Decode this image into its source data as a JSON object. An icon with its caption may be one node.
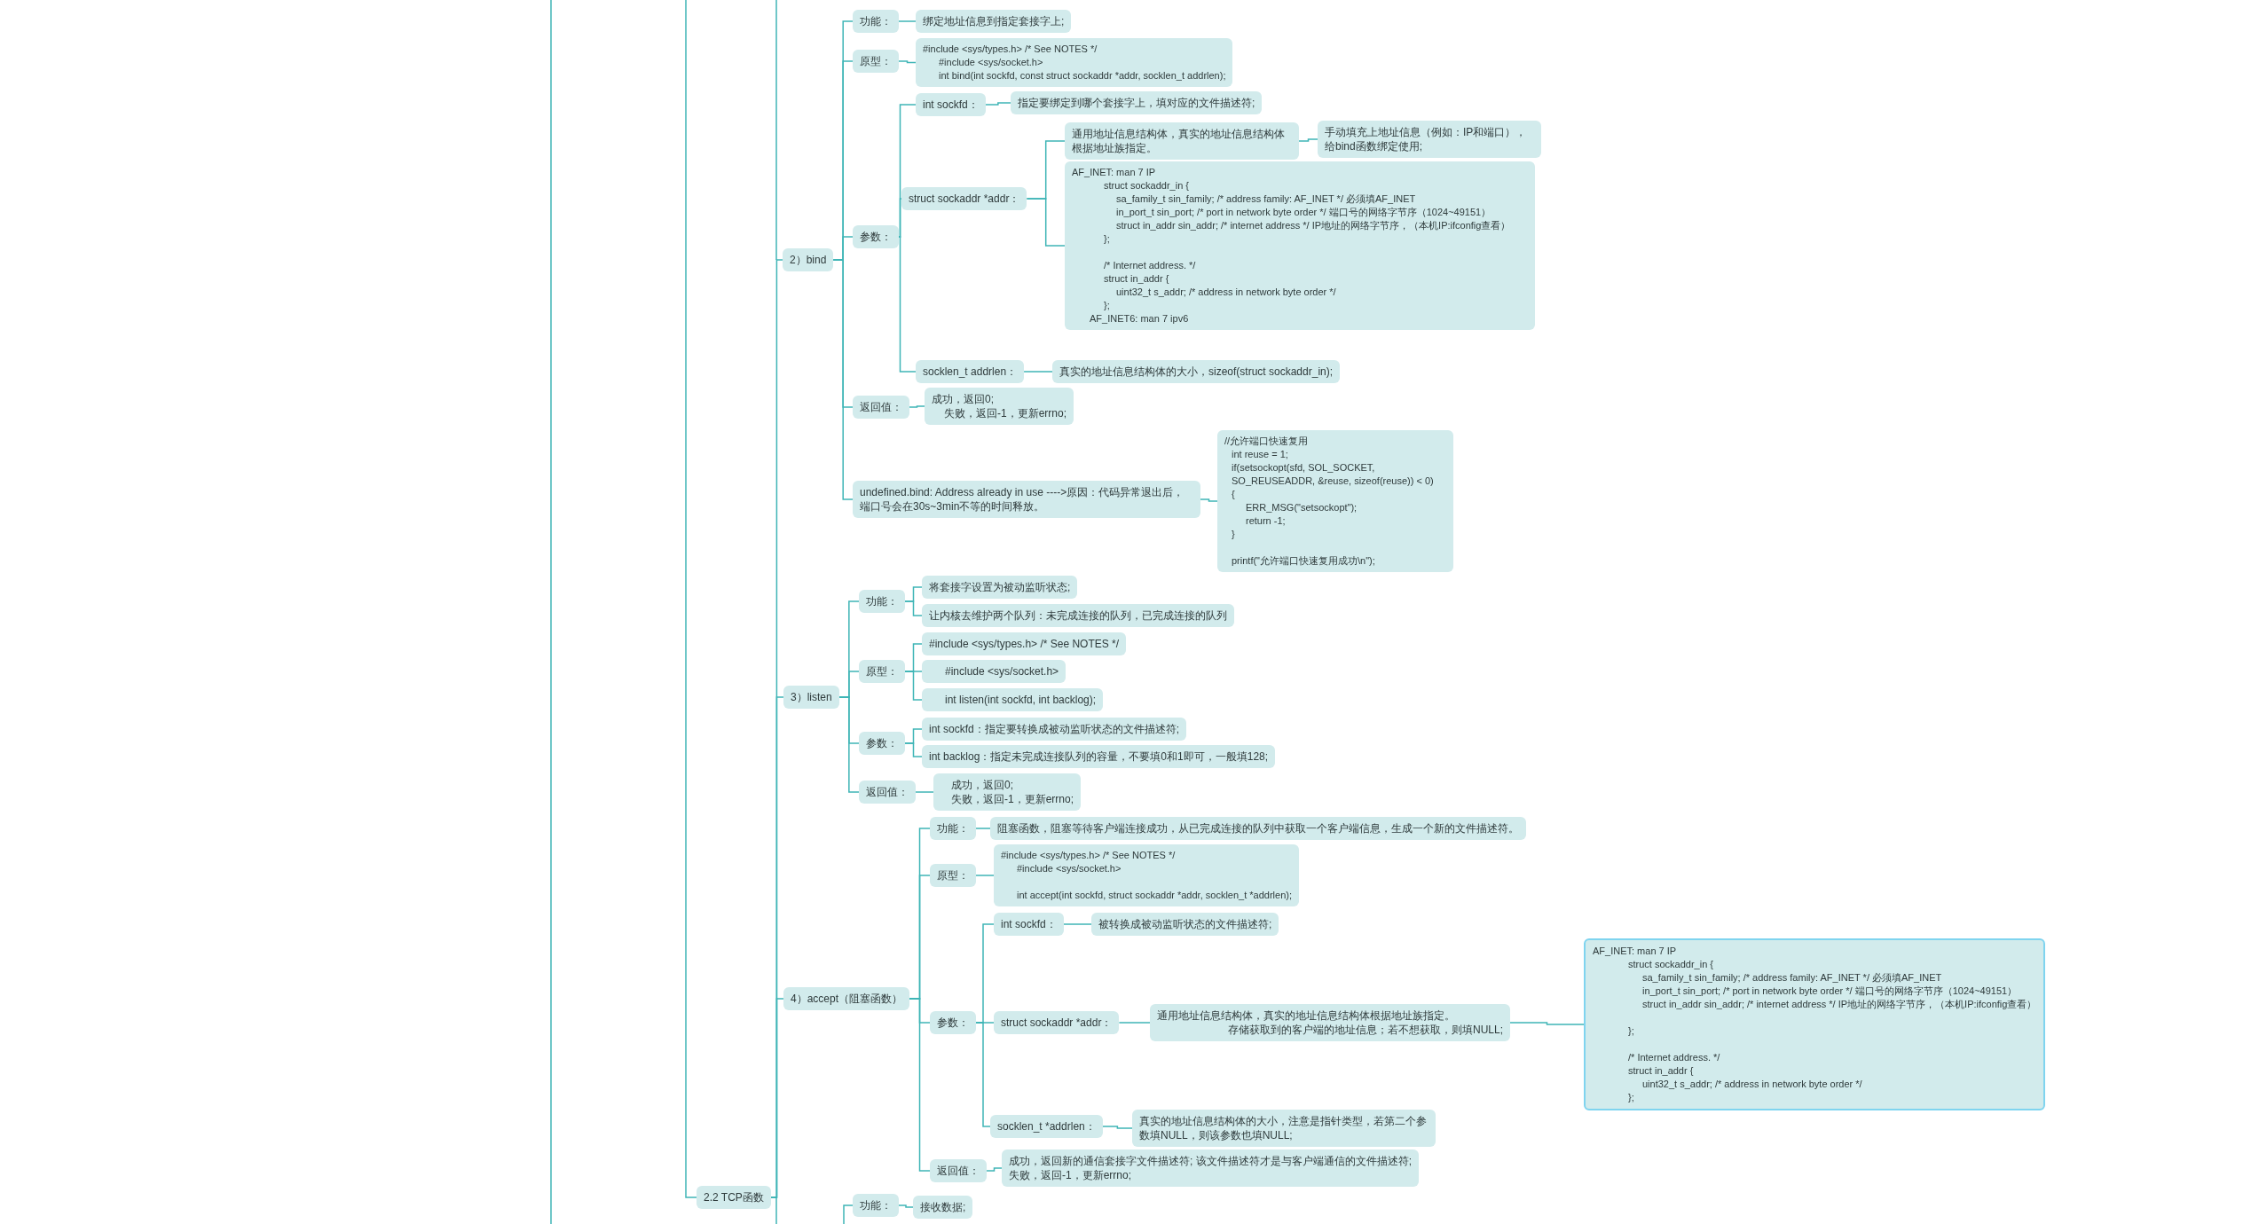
{
  "diagram": {
    "nodes": [
      {
        "text": [
          "2.2 TCP函数"
        ]
      },
      {
        "text": [
          "2）bind"
        ]
      },
      {
        "text": [
          "功能："
        ]
      },
      {
        "text": [
          "绑定地址信息到指定套接字上;"
        ]
      },
      {
        "text": [
          "原型："
        ]
      },
      {
        "text": [
          "#include <sys/types.h> /* See NOTES */",
          "#include <sys/socket.h>",
          "int bind(int sockfd, const struct sockaddr *addr, socklen_t addrlen);"
        ]
      },
      {
        "text": [
          "参数："
        ]
      },
      {
        "text": [
          "int sockfd："
        ]
      },
      {
        "text": [
          "指定要绑定到哪个套接字上，填对应的文件描述符;"
        ]
      },
      {
        "text": [
          "struct sockaddr *addr："
        ]
      },
      {
        "text": [
          "通用地址信息结构体，真实的地址信息结构体根据地址族指定。"
        ]
      },
      {
        "text": [
          "手动填充上地址信息（例如：IP和端口），给bind函数绑定使用;"
        ]
      },
      {
        "text": [
          "AF_INET: man 7 IP",
          "struct sockaddr_in {",
          "sa_family_t sin_family; /* address family: AF_INET */ 必须填AF_INET",
          "in_port_t sin_port; /* port in network byte order */ 端口号的网络字节序（1024~49151）",
          "struct in_addr sin_addr; /* internet address */ IP地址的网络字节序，（本机IP:ifconfig查看）",
          "};",
          "/* Internet address. */",
          "struct in_addr {",
          "uint32_t s_addr; /* address in network byte order */",
          "};",
          "AF_INET6: man 7 ipv6"
        ]
      },
      {
        "text": [
          "socklen_t addrlen："
        ]
      },
      {
        "text": [
          "真实的地址信息结构体的大小，sizeof(struct sockaddr_in);"
        ]
      },
      {
        "text": [
          "返回值："
        ]
      },
      {
        "text": [
          "成功，返回0;",
          "失败，返回-1，更新errno;"
        ]
      },
      {
        "text": [
          "undefined.bind: Address already in use ---->原因：代码异常退出后，端口号会在30s~3min不等的时间释放。"
        ]
      },
      {
        "text": [
          "//允许端口快速复用",
          "int reuse = 1;",
          "if(setsockopt(sfd, SOL_SOCKET, SO_REUSEADDR, &reuse, sizeof(reuse)) < 0)",
          "{",
          "ERR_MSG(\"setsockopt\");",
          "return -1;",
          "}",
          "printf(\"允许端口快速复用成功\\n\");"
        ]
      },
      {
        "text": [
          "3）listen"
        ]
      },
      {
        "text": [
          "功能："
        ]
      },
      {
        "text": [
          "将套接字设置为被动监听状态;"
        ]
      },
      {
        "text": [
          "让内核去维护两个队列：未完成连接的队列，已完成连接的队列"
        ]
      },
      {
        "text": [
          "原型："
        ]
      },
      {
        "text": [
          "#include <sys/types.h> /* See NOTES */"
        ]
      },
      {
        "text": [
          "#include <sys/socket.h>"
        ]
      },
      {
        "text": [
          "int listen(int sockfd, int backlog);"
        ]
      },
      {
        "text": [
          "参数："
        ]
      },
      {
        "text": [
          "int sockfd：指定要转换成被动监听状态的文件描述符;"
        ]
      },
      {
        "text": [
          "int backlog：指定未完成连接队列的容量，不要填0和1即可，一般填128;"
        ]
      },
      {
        "text": [
          "返回值："
        ]
      },
      {
        "text": [
          "成功，返回0;",
          "失败，返回-1，更新errno;"
        ]
      },
      {
        "text": [
          "4）accept（阻塞函数）"
        ]
      },
      {
        "text": [
          "功能："
        ]
      },
      {
        "text": [
          "阻塞函数，阻塞等待客户端连接成功，从已完成连接的队列中获取一个客户端信息，生成一个新的文件描述符。"
        ]
      },
      {
        "text": [
          "原型："
        ]
      },
      {
        "text": [
          "#include <sys/types.h> /* See NOTES */",
          "#include <sys/socket.h>",
          "int accept(int sockfd, struct sockaddr *addr, socklen_t *addrlen);"
        ]
      },
      {
        "text": [
          "参数："
        ]
      },
      {
        "text": [
          "int sockfd："
        ]
      },
      {
        "text": [
          "被转换成被动监听状态的文件描述符;"
        ]
      },
      {
        "text": [
          "struct sockaddr *addr："
        ]
      },
      {
        "text": [
          "通用地址信息结构体，真实的地址信息结构体根据地址族指定。",
          "存储获取到的客户端的地址信息；若不想获取，则填NULL;"
        ]
      },
      {
        "text": [
          "AF_INET: man 7 IP",
          "struct sockaddr_in {",
          "sa_family_t sin_family; /* address family: AF_INET */ 必须填AF_INET",
          "in_port_t sin_port; /* port in network byte order */ 端口号的网络字节序（1024~49151）",
          "struct in_addr sin_addr; /* internet address */ IP地址的网络字节序，（本机IP:ifconfig查看）",
          "};",
          "/* Internet address. */",
          "struct in_addr {",
          "uint32_t s_addr; /* address in network byte order */",
          "};"
        ]
      },
      {
        "text": [
          "socklen_t *addrlen："
        ]
      },
      {
        "text": [
          "真实的地址信息结构体的大小，注意是指针类型，若第二个参数填NULL，则该参数也填NULL;"
        ]
      },
      {
        "text": [
          "返回值："
        ]
      },
      {
        "text": [
          "成功，返回新的通信套接字文件描述符; 该文件描述符才是与客户端通信的文件描述符;",
          "失败，返回-1，更新errno;"
        ]
      },
      {
        "text": [
          "功能："
        ]
      },
      {
        "text": [
          "接收数据;"
        ]
      }
    ],
    "edges": [
      {
        "from": null,
        "to": 0,
        "arrow": "none"
      },
      {
        "from": 0,
        "to": 1,
        "arrow": "none"
      },
      {
        "from": 0,
        "to": 19,
        "arrow": "none"
      },
      {
        "from": 0,
        "to": 32,
        "arrow": "none"
      },
      {
        "from": 1,
        "to": 2,
        "arrow": "none"
      },
      {
        "from": 1,
        "to": 4,
        "arrow": "none"
      },
      {
        "from": 1,
        "to": 6,
        "arrow": "none"
      },
      {
        "from": 1,
        "to": 15,
        "arrow": "none"
      },
      {
        "from": 1,
        "to": 17,
        "arrow": "none"
      },
      {
        "from": 2,
        "to": 3,
        "arrow": "none"
      },
      {
        "from": 4,
        "to": 5,
        "arrow": "none"
      },
      {
        "from": 6,
        "to": 7,
        "arrow": "none"
      },
      {
        "from": 6,
        "to": 9,
        "arrow": "none"
      },
      {
        "from": 6,
        "to": 13,
        "arrow": "none"
      },
      {
        "from": 7,
        "to": 8,
        "arrow": "none"
      },
      {
        "from": 9,
        "to": 10,
        "arrow": "none"
      },
      {
        "from": 9,
        "to": 12,
        "arrow": "none"
      },
      {
        "from": 10,
        "to": 11,
        "arrow": "none"
      },
      {
        "from": 13,
        "to": 14,
        "arrow": "none"
      },
      {
        "from": 15,
        "to": 16,
        "arrow": "none"
      },
      {
        "from": 17,
        "to": 18,
        "arrow": "none"
      },
      {
        "from": 19,
        "to": 20,
        "arrow": "none"
      },
      {
        "from": 19,
        "to": 23,
        "arrow": "none"
      },
      {
        "from": 19,
        "to": 27,
        "arrow": "none"
      },
      {
        "from": 19,
        "to": 30,
        "arrow": "none"
      },
      {
        "from": 20,
        "to": 21,
        "arrow": "none"
      },
      {
        "from": 20,
        "to": 22,
        "arrow": "none"
      },
      {
        "from": 23,
        "to": 24,
        "arrow": "none"
      },
      {
        "from": 23,
        "to": 25,
        "arrow": "none"
      },
      {
        "from": 23,
        "to": 26,
        "arrow": "none"
      },
      {
        "from": 27,
        "to": 28,
        "arrow": "none"
      },
      {
        "from": 27,
        "to": 29,
        "arrow": "none"
      },
      {
        "from": 30,
        "to": 31,
        "arrow": "none"
      },
      {
        "from": 32,
        "to": 33,
        "arrow": "none"
      },
      {
        "from": 32,
        "to": 35,
        "arrow": "none"
      },
      {
        "from": 32,
        "to": 37,
        "arrow": "none"
      },
      {
        "from": 32,
        "to": 45,
        "arrow": "none"
      },
      {
        "from": 33,
        "to": 34,
        "arrow": "none"
      },
      {
        "from": 35,
        "to": 36,
        "arrow": "none"
      },
      {
        "from": 37,
        "to": 38,
        "arrow": "none"
      },
      {
        "from": 37,
        "to": 40,
        "arrow": "none"
      },
      {
        "from": 37,
        "to": 43,
        "arrow": "none"
      },
      {
        "from": 38,
        "to": 39,
        "arrow": "none"
      },
      {
        "from": 40,
        "to": 41,
        "arrow": "none"
      },
      {
        "from": 41,
        "to": 42,
        "arrow": "none"
      },
      {
        "from": 43,
        "to": 44,
        "arrow": "none"
      },
      {
        "from": 45,
        "to": 46,
        "arrow": "none"
      },
      {
        "from": null,
        "to": 47,
        "arrow": "none"
      },
      {
        "from": 47,
        "to": 48,
        "arrow": "none"
      }
    ]
  }
}
